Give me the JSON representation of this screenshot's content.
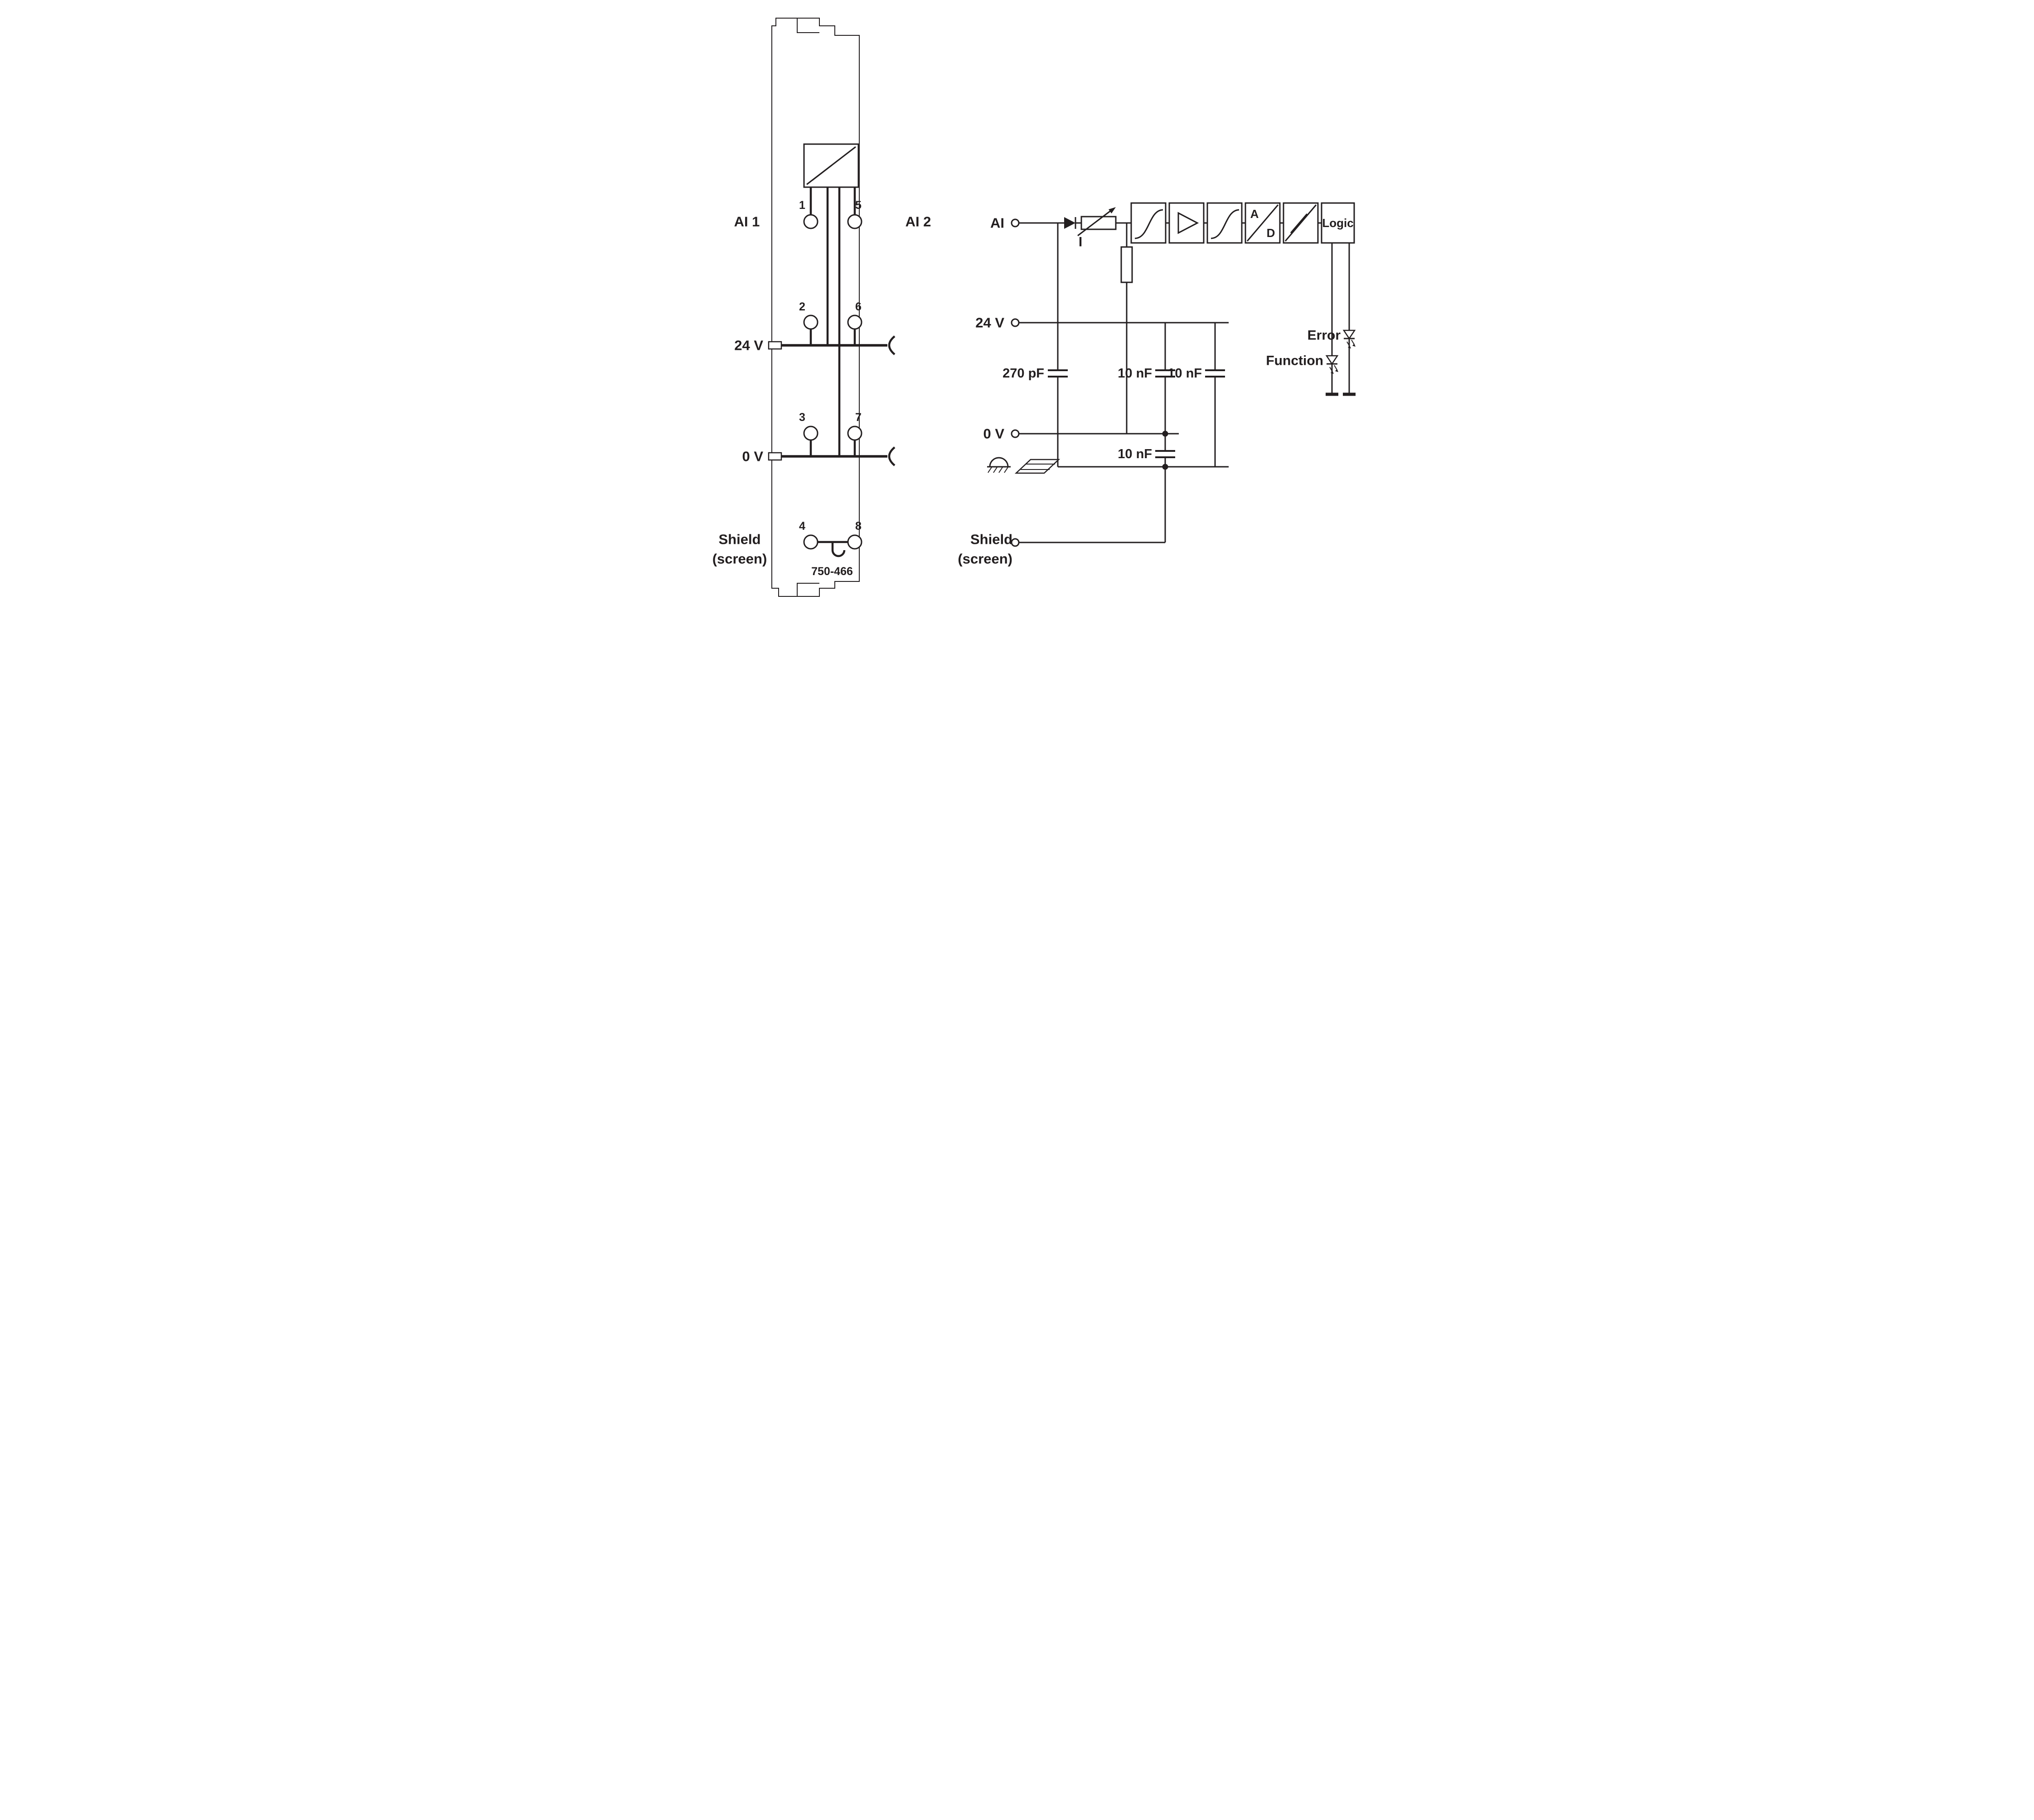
{
  "diagram": {
    "colors": {
      "ink": "#231f20",
      "background": "#ffffff"
    },
    "module": {
      "ai1_label": "AI 1",
      "ai2_label": "AI 2",
      "supply_label": "24 V",
      "gnd_label": "0 V",
      "shield_line1": "Shield",
      "shield_line2": "(screen)",
      "part_number": "750-466",
      "terminal_numbers": [
        "1",
        "2",
        "3",
        "4",
        "5",
        "6",
        "7",
        "8"
      ]
    },
    "schematic": {
      "input_label": "AI",
      "current_label": "I",
      "supply_label": "24 V",
      "gnd_label": "0 V",
      "shield_line1": "Shield",
      "shield_line2": "(screen)",
      "input_capacitor": "270 pF",
      "supply_capacitor_1": "10 nF",
      "supply_capacitor_2": "10 nF",
      "gnd_capacitor": "10 nF",
      "adc_letter_a": "A",
      "adc_letter_d": "D",
      "logic_label": "Logic",
      "error_led_label": "Error",
      "function_led_label": "Function"
    }
  }
}
